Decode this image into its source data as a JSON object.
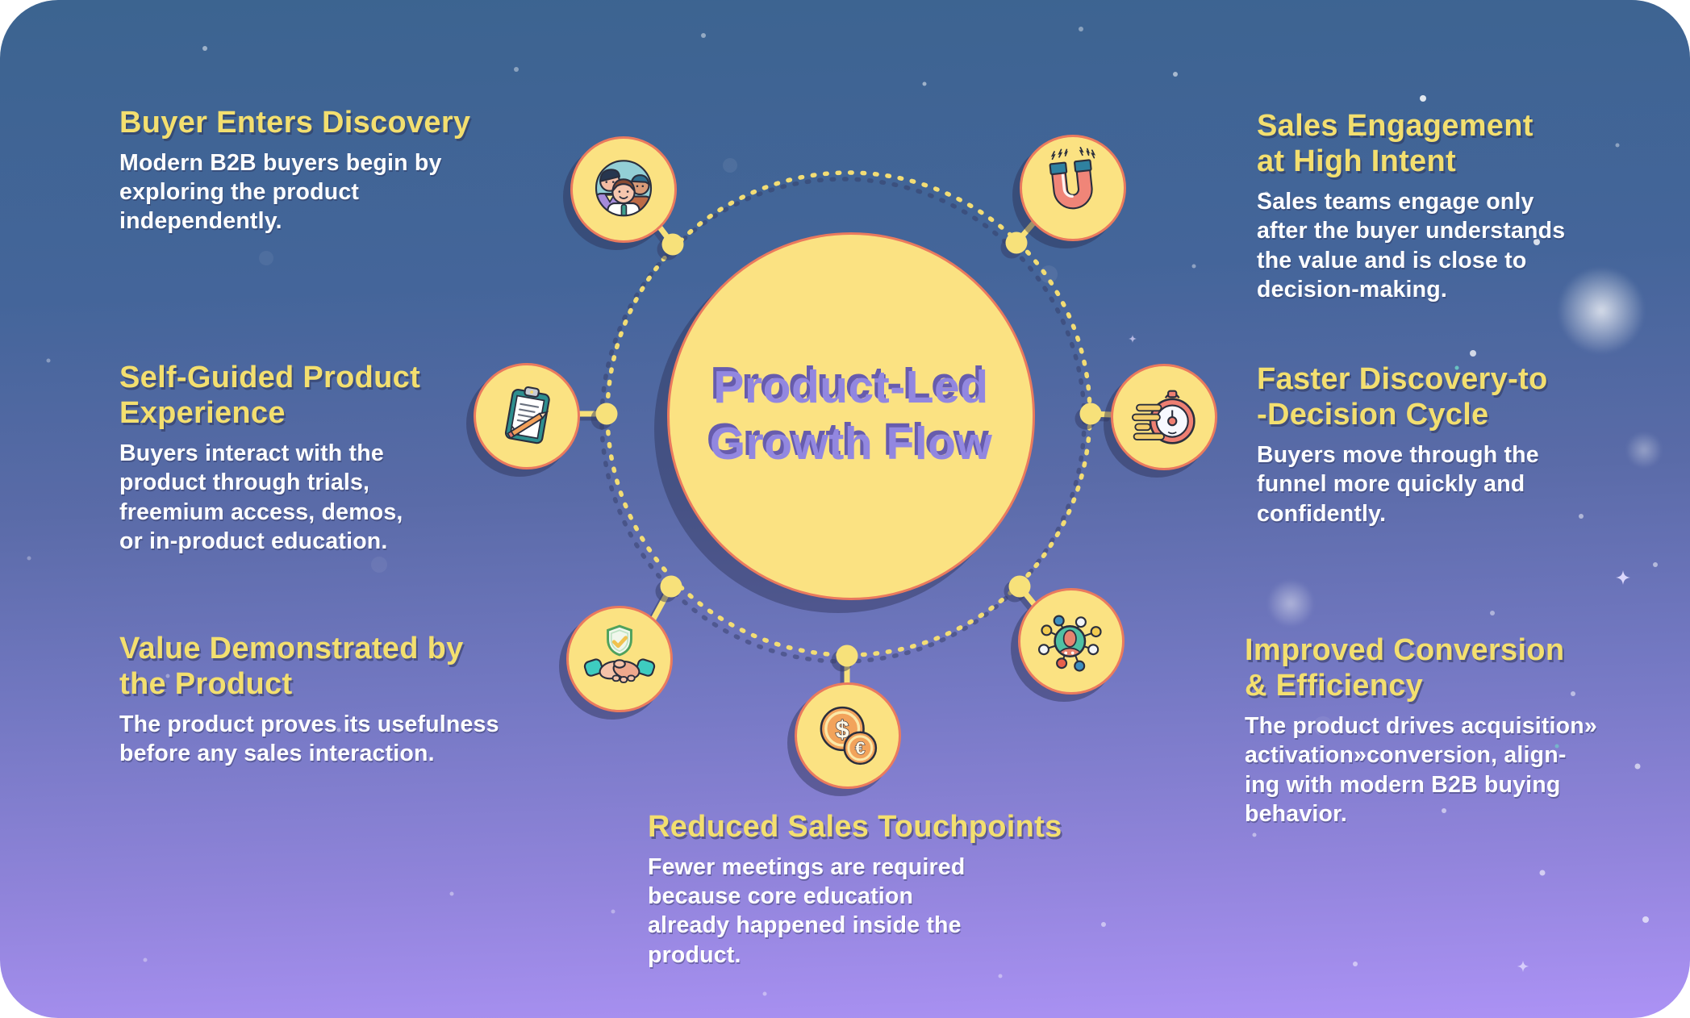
{
  "title": {
    "lines": [
      "Product-Led",
      "Growth Flow"
    ]
  },
  "sections": [
    {
      "id": "buyer-enters-discovery",
      "icon": "team-people-icon",
      "heading_lines": [
        "Buyer Enters Discovery"
      ],
      "body_lines": [
        "Modern B2B buyers begin by",
        "exploring the product",
        "independently."
      ]
    },
    {
      "id": "self-guided-product-experience",
      "icon": "clipboard-pencil-icon",
      "heading_lines": [
        "Self-Guided Product",
        "Experience"
      ],
      "body_lines": [
        "Buyers interact with the",
        "product through trials,",
        "freemium access, demos,",
        "or in-product education."
      ]
    },
    {
      "id": "value-demonstrated-by-the-product",
      "icon": "handshake-shield-icon",
      "heading_lines": [
        "Value Demonstrated by",
        "the Product"
      ],
      "body_lines": [
        "The product proves its usefulness",
        "before any sales interaction."
      ]
    },
    {
      "id": "reduced-sales-touchpoints",
      "icon": "coins-icon",
      "heading_lines": [
        "Reduced Sales Touchpoints"
      ],
      "body_lines": [
        "Fewer meetings are required",
        "because core education",
        "already happened inside the",
        "product."
      ]
    },
    {
      "id": "sales-engagement-at-high-intent",
      "icon": "magnet-icon",
      "heading_lines": [
        "Sales Engagement",
        "at High Intent"
      ],
      "body_lines": [
        "Sales teams engage only",
        "after the buyer understands",
        "the value and is close to",
        "decision-making."
      ]
    },
    {
      "id": "faster-discovery-to-decision-cycle",
      "icon": "stopwatch-icon",
      "heading_lines": [
        "Faster Discovery-to",
        "-Decision Cycle"
      ],
      "body_lines": [
        "Buyers move through the",
        "funnel more quickly and",
        "confidently."
      ]
    },
    {
      "id": "improved-conversion-efficiency",
      "icon": "network-icon",
      "heading_lines": [
        "Improved Conversion",
        "& Efficiency"
      ],
      "body_lines": [
        "The product drives acquisition»",
        "activation»conversion, align-",
        "ing with modern B2B buying",
        "behavior."
      ]
    }
  ],
  "icons": {
    "coins": {
      "symbol_primary": "$",
      "symbol_secondary": "€"
    }
  },
  "colors": {
    "background_top": "#3C6490",
    "background_bottom": "#AC92F5",
    "heading_yellow": "#F3DF6F",
    "body_text": "#FFFFFF",
    "circle_fill": "#FBE282",
    "circle_border": "#EA7A5E",
    "ring_dash": "#F3DD74",
    "shadow_navy": "#343B66",
    "title_purple": "#9287E0",
    "title_shadow": "#675CAD"
  }
}
